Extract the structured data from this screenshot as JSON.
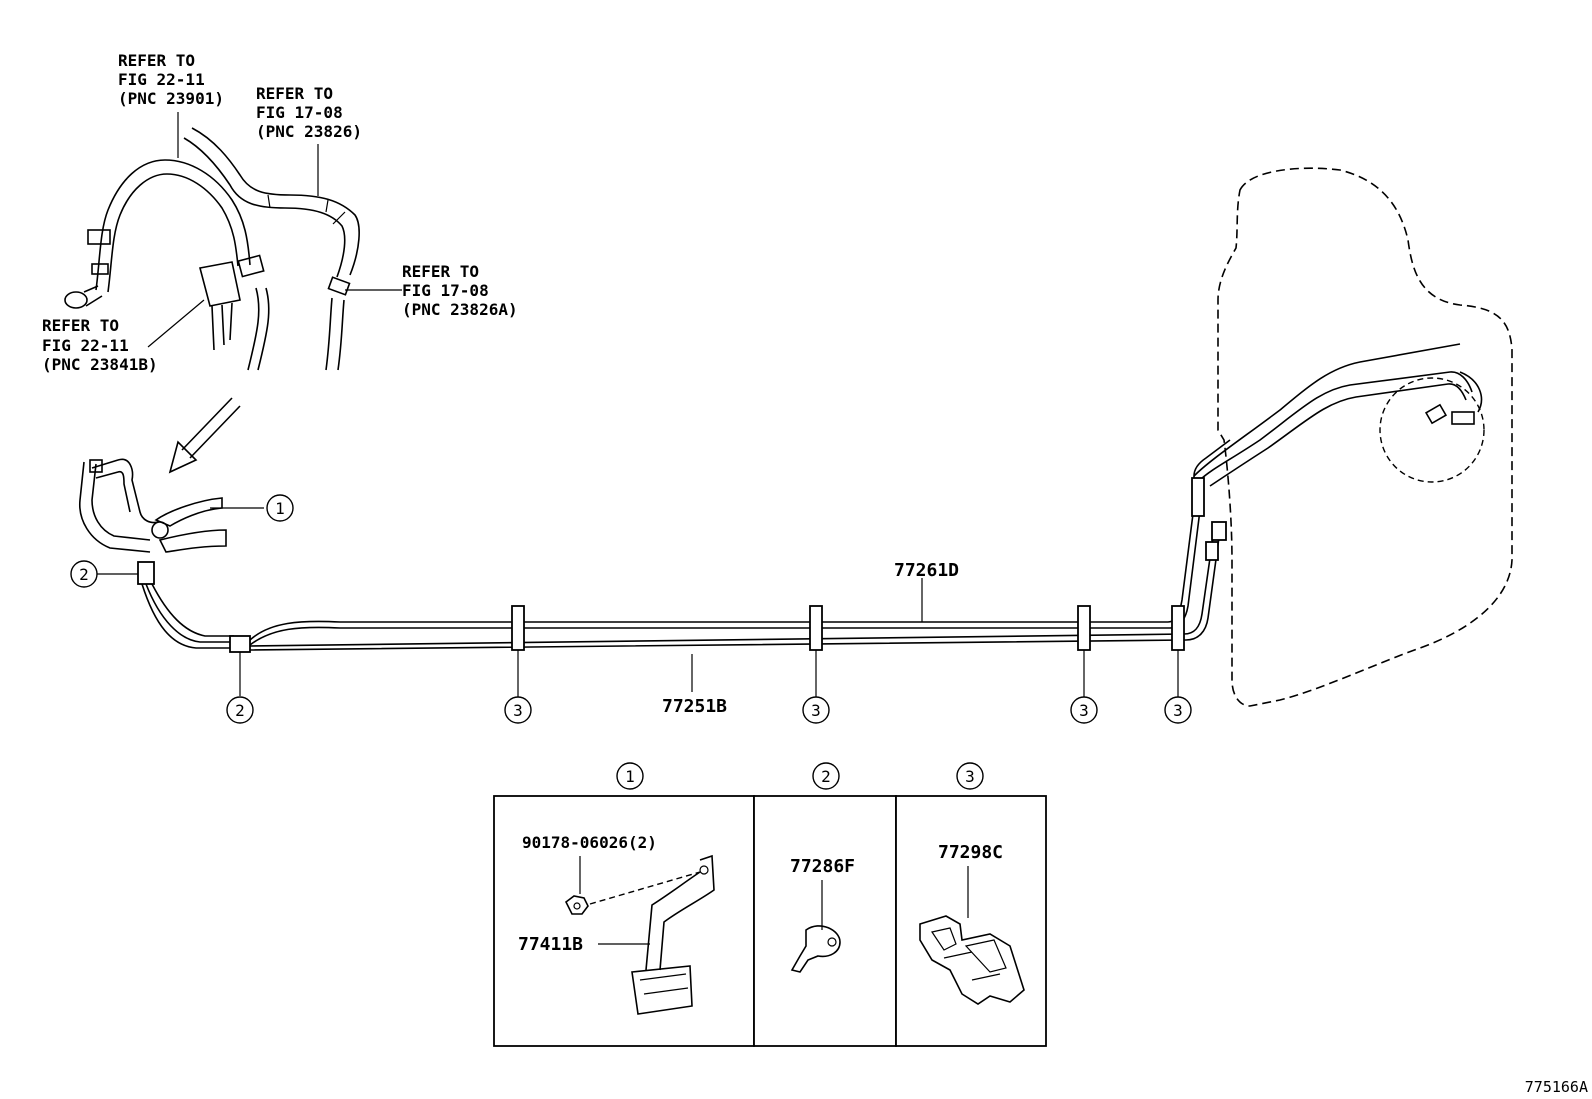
{
  "refs": {
    "r23901": {
      "l1": "REFER TO",
      "l2": "FIG 22-11",
      "l3": "(PNC 23901)"
    },
    "r23826": {
      "l1": "REFER TO",
      "l2": "FIG 17-08",
      "l3": "(PNC 23826)"
    },
    "r23826A": {
      "l1": "REFER TO",
      "l2": "FIG 17-08",
      "l3": "(PNC 23826A)"
    },
    "r23841B": {
      "l1": "REFER TO",
      "l2": "FIG 22-11",
      "l3": "(PNC 23841B)"
    }
  },
  "parts": {
    "tube_upper": "77261D",
    "tube_lower": "77251B",
    "bolt": "90178-06026(2)",
    "bracket": "77411B",
    "clamp": "77286F",
    "clip": "77298C"
  },
  "callouts": {
    "c1": "1",
    "c2": "2",
    "c3": "3"
  },
  "figure_id": "775166A"
}
